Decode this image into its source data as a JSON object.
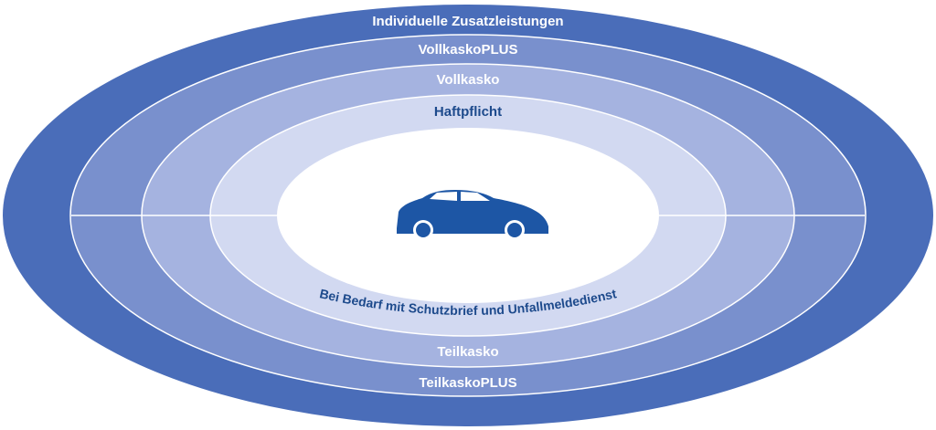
{
  "colors": {
    "outer": "#4a6db9",
    "ring2": "#7990cd",
    "ring3": "#a5b3e0",
    "ring4": "#d2d9f1",
    "center": "#ffffff",
    "border": "#ffffff",
    "car": "#1d56a5",
    "dark_text": "#1d4a8c"
  },
  "layers": {
    "individuelle": "Individuelle Zusatzleistungen",
    "vollkaskoplus": "VollkaskoPLUS",
    "vollkasko": "Vollkasko",
    "haftpflicht": "Haftpflicht",
    "schutzbrief": "Bei Bedarf mit Schutzbrief und Unfallmeldedienst",
    "teilkasko": "Teilkasko",
    "teilkaskoplus": "TeilkaskoPLUS"
  },
  "center_icon": "car-icon"
}
